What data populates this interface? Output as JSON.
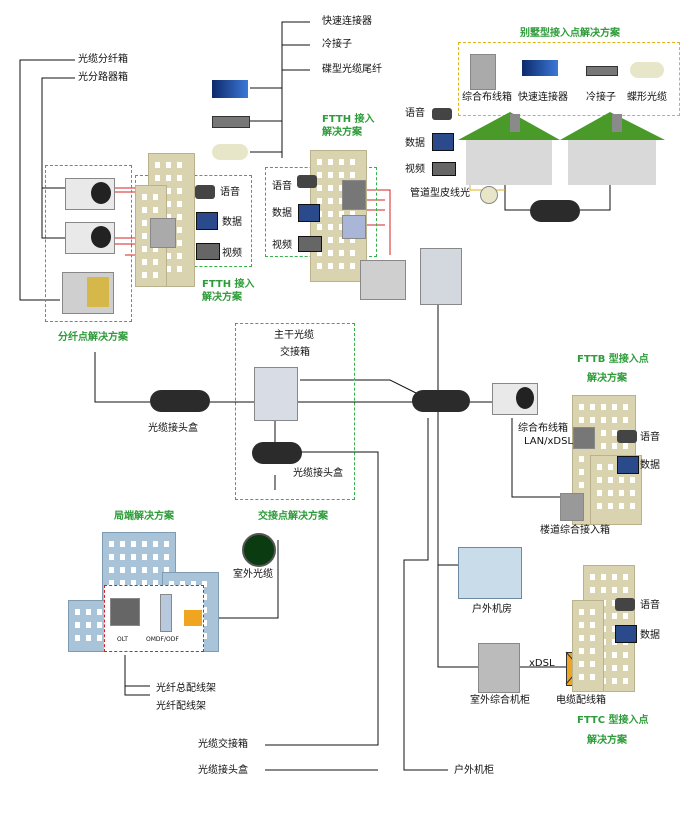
{
  "left_labels": {
    "fiber_box": "光缆分纤箱",
    "splitter_box": "光分路器箱",
    "voice": "语音",
    "data": "数据",
    "video": "视频",
    "ftth_left_title_1": "FTTH 接入",
    "ftth_left_title_2": "解决方案",
    "split_point": "分纤点解决方案"
  },
  "top_list": {
    "fast_connector": "快速连接器",
    "cold_splice": "冷接子",
    "disc_pigtail": "碟型光缆尾纤"
  },
  "ftth_center": {
    "title_1": "FTTH 接入",
    "title_2": "解决方案",
    "voice": "语音",
    "data": "数据",
    "video": "视频"
  },
  "villa": {
    "title": "别墅型接入点解决方案",
    "items": [
      "综合布线箱",
      "快速连接器",
      "冷接子",
      "蝶形光缆"
    ],
    "voice": "语音",
    "data": "数据",
    "video": "视频",
    "duct_cable": "管道型皮线光"
  },
  "trunk": {
    "title_1": "主干光缆",
    "title_2": "交接箱",
    "splice_closure": "光缆接头盒",
    "cross_point": "交接点解决方案"
  },
  "left_closure": "光缆接头盒",
  "fttb": {
    "title_1": "FTTB 型接入点",
    "title_2": "解决方案",
    "cabling_box": "综合布线箱",
    "lan": "LAN/xDSL",
    "voice": "语音",
    "data": "数据",
    "corridor_box": "楼道综合接入箱"
  },
  "central": {
    "title": "局端解决方案",
    "olt": "OLT",
    "odf": "OMDF/ODF",
    "outdoor_cable": "室外光缆",
    "main_frame": "光纤总配线架",
    "dist_frame": "光纤配线架"
  },
  "outdoor": {
    "room": "户外机房",
    "xdsl": "xDSL",
    "cabinet": "室外综合机柜",
    "cable_box": "电缆配线箱",
    "voice": "语音",
    "data": "数据",
    "fttc_1": "FTTC 型接入点",
    "fttc_2": "解决方案"
  },
  "bottom_labels": {
    "cross_box": "光缆交接箱",
    "splice_box": "光缆接头盒",
    "outdoor_cabinet": "户外机柜"
  },
  "colors": {
    "green": "#2e9c3a",
    "dash_green": "#35b04a",
    "dash_yellow": "#e0b21a",
    "red_line": "#d42020"
  }
}
